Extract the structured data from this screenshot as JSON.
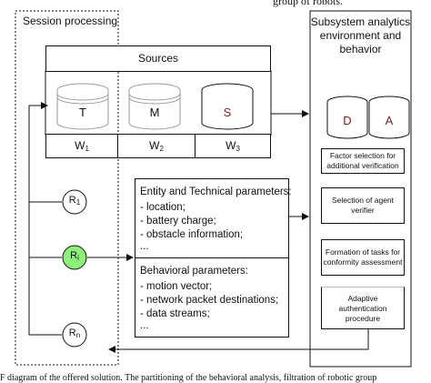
{
  "top_fragment": "group of robots.",
  "bottom_fragment": "F  diagram of the offered solution. The partitioning  of the behavioral analysis, filtration of robotic  group",
  "session": {
    "title": "Session processing"
  },
  "sources": {
    "title": "Sources",
    "databases": [
      {
        "letter": "T",
        "color": "#111111"
      },
      {
        "letter": "M",
        "color": "#111111"
      },
      {
        "letter": "S",
        "color": "#7a1f1f"
      }
    ],
    "w_labels": [
      {
        "base": "W",
        "sub": "1"
      },
      {
        "base": "W",
        "sub": "2"
      },
      {
        "base": "W",
        "sub": "3"
      }
    ]
  },
  "robots": [
    {
      "base": "R",
      "sub": "1",
      "fill": "#ffffff"
    },
    {
      "base": "R",
      "sub": "i",
      "fill": "#8ef07a"
    },
    {
      "base": "R",
      "sub": "n",
      "fill": "#ffffff"
    }
  ],
  "entity": {
    "title": "Entity and Technical parameters:",
    "items": [
      "- location;",
      "- battery charge;",
      "- obstacle information;",
      "..."
    ]
  },
  "behavioral": {
    "title": "Behavioral parameters:",
    "items": [
      "- motion vector;",
      "- network packet destinations;",
      "- data streams;",
      "..."
    ]
  },
  "analytics": {
    "title_lines": [
      "Subsystem analytics",
      "environment and",
      "behavior"
    ],
    "databases": [
      {
        "letter": "D",
        "color": "#7a1f1f"
      },
      {
        "letter": "A",
        "color": "#7a1f1f"
      }
    ],
    "steps": [
      {
        "lines": [
          "Factor selection for",
          "additional verification"
        ]
      },
      {
        "lines": [
          "Selection of agent",
          "verifier"
        ]
      },
      {
        "lines": [
          "Formation of tasks for",
          "conformity assessment"
        ]
      },
      {
        "lines": [
          "Adaptive",
          "authentication",
          "procedure"
        ]
      }
    ]
  }
}
